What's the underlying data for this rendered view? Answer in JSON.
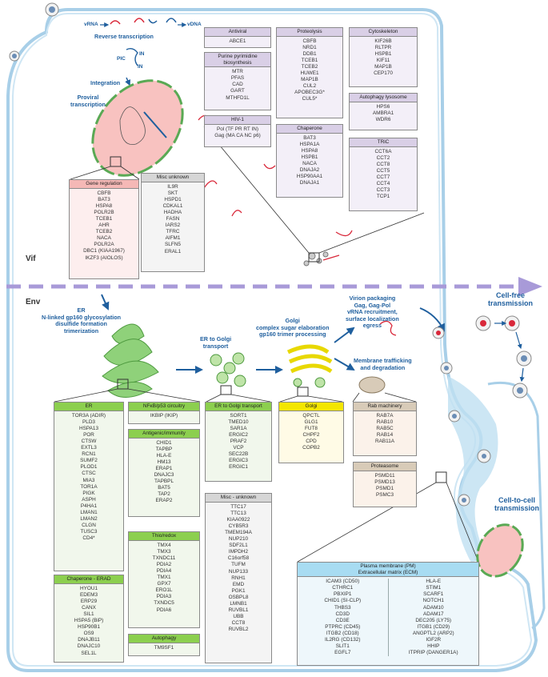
{
  "sections": {
    "vif": "Vif",
    "env": "Env"
  },
  "labels": {
    "vrna": "vRNA",
    "vdna": "vDNA",
    "reverse_transcription": "Reverse transcription",
    "pic": "PIC",
    "in_1": "IN",
    "in_2": "IN",
    "integration": "Integration",
    "proviral_transcription": [
      "Proviral",
      "transcription"
    ],
    "er_process": [
      "ER",
      "N-linked gp160 glycosylation",
      "disulfide formation",
      "trimerization"
    ],
    "er_to_golgi": [
      "ER to Golgi",
      "transport"
    ],
    "golgi_process": [
      "Golgi",
      "complex sugar elaboration",
      "gp160 trimer processing"
    ],
    "virion_packaging": [
      "Virion packaging",
      "Gag, Gag-Pol",
      "vRNA recruitment,",
      "surface localization",
      "egress"
    ],
    "membrane_trafficking": [
      "Membrane trafficking",
      "and degradation"
    ],
    "cell_free": [
      "Cell-free",
      "transmission"
    ],
    "cell_to_cell": [
      "Cell-to-cell",
      "transmission"
    ]
  },
  "boxes": {
    "antiviral": {
      "title": "Antiviral",
      "items": [
        "ABCE1"
      ]
    },
    "purine": {
      "title": "Purine pyrimidine biosynthesis",
      "items": [
        "MTR",
        "PFAS",
        "CAD",
        "GART",
        "MTHFD1L"
      ]
    },
    "hiv1": {
      "title": "HIV-1",
      "items": [
        "Pol (TF PR RT IN)",
        "Gag (MA CA NC p6)"
      ]
    },
    "proteolysis": {
      "title": "Proteolysis",
      "items": [
        "CBFB",
        "NRD1",
        "DDB1",
        "TCEB1",
        "TCEB2",
        "HUWE1",
        "MAP1B",
        "CUL2",
        "APOBEC3G*",
        "CUL5*"
      ]
    },
    "chaperone": {
      "title": "Chaperone",
      "items": [
        "BAT3",
        "HSPA1A",
        "HSPA8",
        "HSPB1",
        "NACA",
        "DNAJA2",
        "HSP90AA1",
        "DNAJA1"
      ]
    },
    "cytoskeleton": {
      "title": "Cytoskeleton",
      "items": [
        "KIF26B",
        "RLTPR",
        "HSPB1",
        "KIF11",
        "MAP1B",
        "CEP170"
      ]
    },
    "autophagy_lysosome": {
      "title": "Autophagy lysosome",
      "items": [
        "HPS6",
        "AMBRA1",
        "WDR6"
      ]
    },
    "tric": {
      "title": "TRiC",
      "items": [
        "CCT6A",
        "CCT2",
        "CCT8",
        "CCT5",
        "CCT7",
        "CCT4",
        "CCT3",
        "TCP1"
      ]
    },
    "gene_regulation": {
      "title": "Gene regulation",
      "items": [
        "CBFB",
        "BAT3",
        "HSPA8",
        "POLR2B",
        "TCEB1",
        "AHR",
        "TCEB2",
        "NACA",
        "POLR2A",
        "DBC1 (KIAA1967)",
        "IKZF3 (AIOLOS)"
      ]
    },
    "misc_unknown_vif": {
      "title": "Misc unknown",
      "items": [
        "IL9R",
        "SKT",
        "HSPD1",
        "CDKAL1",
        "HADHA",
        "FASN",
        "IARS2",
        "TFRC",
        "AIFM1",
        "SLFN5",
        "ERAL1"
      ]
    },
    "er": {
      "title": "ER",
      "items": [
        "TOR3A (ADIR)",
        "PLD3",
        "HSPA13",
        "POR",
        "CTSW",
        "EXTL3",
        "RCN1",
        "SUMF2",
        "PLOD1",
        "CTSC",
        "MIA3",
        "TOR1A",
        "PIGK",
        "ASPH",
        "P4HA1",
        "LMAN1",
        "LMAN2",
        "CLGN",
        "TUSC3",
        "CD4*"
      ]
    },
    "chaperone_erad": {
      "title": "Chaperone - ERAD",
      "items": [
        "HYOU1",
        "EDEM3",
        "ERP29",
        "CANX",
        "SIL1",
        "HSPA5 (BiP)",
        "HSP90B1",
        "OS9",
        "DNAJB11",
        "DNAJC10",
        "SEL1L"
      ]
    },
    "nfkb": {
      "title": "NFκB/p53 circuitry",
      "items": [
        "IKBIP (IKIP)"
      ]
    },
    "antigenic": {
      "title": "Antigenic/immunity",
      "items": [
        "CHID1",
        "TAPBP",
        "HLA-E",
        "HM13",
        "ERAP1",
        "DNAJC3",
        "TAPBPL",
        "BAT5",
        "TAP2",
        "ERAP2"
      ]
    },
    "thio": {
      "title": "Thio/redox",
      "items": [
        "TMX4",
        "TMX3",
        "TXNDC11",
        "PDIA2",
        "PDIA4",
        "TMX1",
        "GPX7",
        "ERO1L",
        "PDIA3",
        "TXNDC5",
        "PDIA6"
      ]
    },
    "autophagy": {
      "title": "Autophagy",
      "items": [
        "TM9SF1"
      ]
    },
    "er_golgi": {
      "title": "ER to Golgi transport",
      "items": [
        "SORT1",
        "TMED10",
        "SAR1A",
        "ERGIC2",
        "PRAF2",
        "VCP",
        "SEC22B",
        "ERGIC3",
        "ERGIC1"
      ]
    },
    "misc_unknown_env": {
      "title": "Misc - unknown",
      "items": [
        "TTC17",
        "TTC13",
        "KIAA0922",
        "CYB5R3",
        "TMEM194A",
        "NUP210",
        "SDF2L1",
        "IMPDH2",
        "C16orf58",
        "TUFM",
        "NUP133",
        "RNH1",
        "EMD",
        "PGK1",
        "OSBPL8",
        "LMNB1",
        "RUVBL1",
        "UBB",
        "CCT8",
        "RUVBL2"
      ]
    },
    "golgi": {
      "title": "Golgi",
      "items": [
        "QPCTL",
        "GLG1",
        "FUT8",
        "CHPF2",
        "CPD",
        "COPB2"
      ]
    },
    "rab": {
      "title": "Rab machinery",
      "items": [
        "RAB7A",
        "RAB10",
        "RAB5C",
        "RAB14",
        "RAB11A"
      ]
    },
    "proteasome": {
      "title": "Proteasome",
      "items": [
        "PSMD11",
        "PSMD13",
        "PSMD1",
        "PSMC3"
      ]
    },
    "pm_ecm": {
      "title": [
        "Plasma membrane (PM)",
        "Extracellular matrix (ECM)"
      ],
      "col1": [
        "ICAM3 (CD50)",
        "CTHRC1",
        "PBXIP1",
        "CHID1 (SI-CLP)",
        "THBS3",
        "CD3D",
        "CD3E",
        "PTPRC (CD45)",
        "ITGB2 (CD18)",
        "IL2RG (CD132)",
        "SLIT1",
        "EGFL7"
      ],
      "col2": [
        "HLA-E",
        "STIM1",
        "SCARF1",
        "NOTCH1",
        "ADAM10",
        "ADAM17",
        "DEC205 (LY75)",
        "ITGB1 (CD29)",
        "ANGPTL2 (ARP2)",
        "IGF2R",
        "HHIP",
        "ITPRIP (DANGER1A)"
      ]
    }
  },
  "colors": {
    "membrane": "#a8cfe8",
    "arrow": "#1f5f9e",
    "divider": "#a89ad8",
    "er": "#7ec86a",
    "nucleus": "#f4a8a6",
    "rna": "#d9283a"
  }
}
